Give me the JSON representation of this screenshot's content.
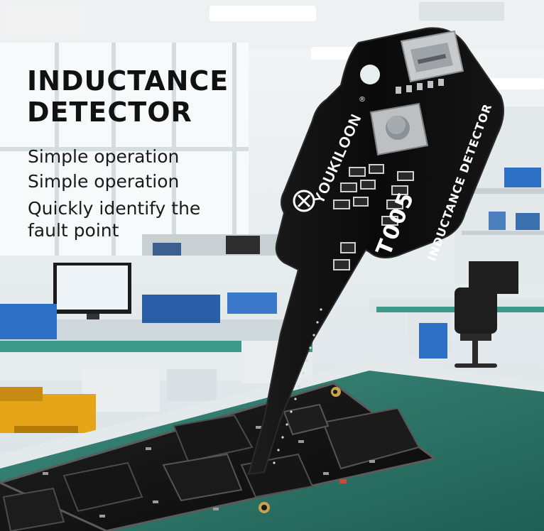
{
  "headline": {
    "line1": "INDUCTANCE",
    "line2": "DETECTOR"
  },
  "features": [
    "Simple operation",
    "Simple operation",
    "Quickly identify the",
    "fault point"
  ],
  "device": {
    "brand": "YOUKILOON",
    "model": "T005",
    "label": "INDUCTANCE DETECTOR",
    "registered_mark": "®"
  },
  "colors": {
    "text": "#111111",
    "pcb_black": "#0c0c0c",
    "desk_green": "#2e7a6c",
    "crate_blue": "#2c6fc4",
    "crate_yellow": "#e6a419"
  }
}
